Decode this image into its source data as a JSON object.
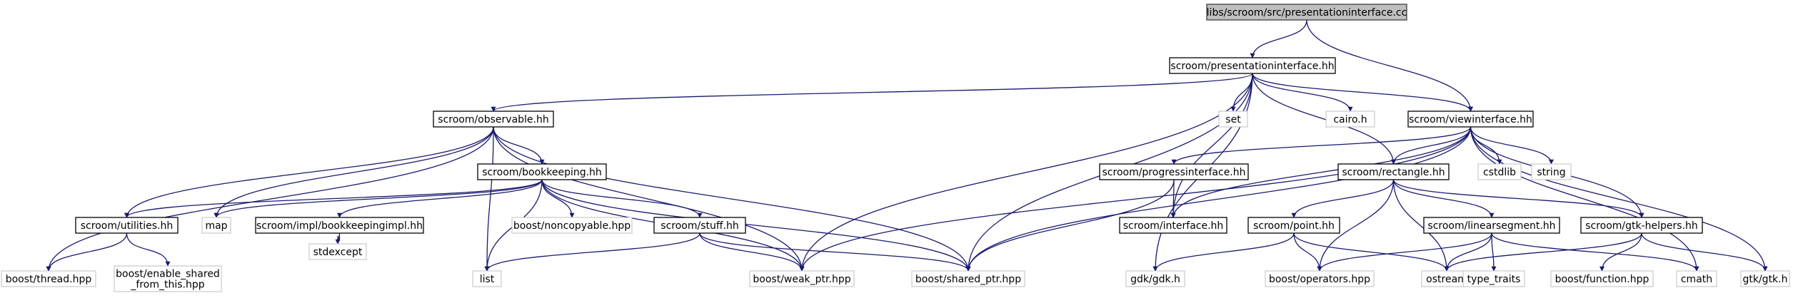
{
  "diagram": {
    "nodes": [
      {
        "id": "root",
        "lines": [
          "libs/scroom/src/presentationinterface.cc"
        ],
        "kind": "root"
      },
      {
        "id": "pi",
        "lines": [
          "scroom/presentationinterface.hh"
        ],
        "kind": "internal"
      },
      {
        "id": "obs",
        "lines": [
          "scroom/observable.hh"
        ],
        "kind": "internal"
      },
      {
        "id": "set",
        "lines": [
          "set"
        ],
        "kind": "external"
      },
      {
        "id": "cairo",
        "lines": [
          "cairo.h"
        ],
        "kind": "external"
      },
      {
        "id": "vi",
        "lines": [
          "scroom/viewinterface.hh"
        ],
        "kind": "internal"
      },
      {
        "id": "bk",
        "lines": [
          "scroom/bookkeeping.hh"
        ],
        "kind": "internal"
      },
      {
        "id": "progi",
        "lines": [
          "scroom/progressinterface.hh"
        ],
        "kind": "internal"
      },
      {
        "id": "rect",
        "lines": [
          "scroom/rectangle.hh"
        ],
        "kind": "internal"
      },
      {
        "id": "cstdlib",
        "lines": [
          "cstdlib"
        ],
        "kind": "external"
      },
      {
        "id": "string",
        "lines": [
          "string"
        ],
        "kind": "external"
      },
      {
        "id": "util",
        "lines": [
          "scroom/utilities.hh"
        ],
        "kind": "internal"
      },
      {
        "id": "map",
        "lines": [
          "map"
        ],
        "kind": "external"
      },
      {
        "id": "bki",
        "lines": [
          "scroom/impl/bookkeepingimpl.hh"
        ],
        "kind": "internal"
      },
      {
        "id": "noncopy",
        "lines": [
          "boost/noncopyable.hpp"
        ],
        "kind": "external"
      },
      {
        "id": "stuff",
        "lines": [
          "scroom/stuff.hh"
        ],
        "kind": "internal"
      },
      {
        "id": "iface",
        "lines": [
          "scroom/interface.hh"
        ],
        "kind": "internal"
      },
      {
        "id": "point",
        "lines": [
          "scroom/point.hh"
        ],
        "kind": "internal"
      },
      {
        "id": "linseg",
        "lines": [
          "scroom/linearsegment.hh"
        ],
        "kind": "internal"
      },
      {
        "id": "gtkh",
        "lines": [
          "scroom/gtk-helpers.hh"
        ],
        "kind": "internal"
      },
      {
        "id": "thread",
        "lines": [
          "boost/thread.hpp"
        ],
        "kind": "external"
      },
      {
        "id": "enable",
        "lines": [
          "boost/enable_shared",
          "_from_this.hpp"
        ],
        "kind": "external"
      },
      {
        "id": "stdexcept",
        "lines": [
          "stdexcept"
        ],
        "kind": "external"
      },
      {
        "id": "list",
        "lines": [
          "list"
        ],
        "kind": "external"
      },
      {
        "id": "weak",
        "lines": [
          "boost/weak_ptr.hpp"
        ],
        "kind": "external"
      },
      {
        "id": "shared",
        "lines": [
          "boost/shared_ptr.hpp"
        ],
        "kind": "external"
      },
      {
        "id": "gdk",
        "lines": [
          "gdk/gdk.h"
        ],
        "kind": "external"
      },
      {
        "id": "ops",
        "lines": [
          "boost/operators.hpp"
        ],
        "kind": "external"
      },
      {
        "id": "ostream",
        "lines": [
          "ostream"
        ],
        "kind": "external"
      },
      {
        "id": "typetraits",
        "lines": [
          "type_traits"
        ],
        "kind": "external"
      },
      {
        "id": "func",
        "lines": [
          "boost/function.hpp"
        ],
        "kind": "external"
      },
      {
        "id": "cmath",
        "lines": [
          "cmath"
        ],
        "kind": "external"
      },
      {
        "id": "gtk",
        "lines": [
          "gtk/gtk.h"
        ],
        "kind": "external"
      }
    ],
    "edges": [
      [
        "root",
        "pi"
      ],
      [
        "root",
        "vi"
      ],
      [
        "pi",
        "obs"
      ],
      [
        "pi",
        "set"
      ],
      [
        "pi",
        "cairo"
      ],
      [
        "pi",
        "vi"
      ],
      [
        "pi",
        "rect"
      ],
      [
        "pi",
        "iface"
      ],
      [
        "pi",
        "weak"
      ],
      [
        "pi",
        "shared"
      ],
      [
        "pi",
        "gdk"
      ],
      [
        "obs",
        "bk"
      ],
      [
        "obs",
        "util"
      ],
      [
        "obs",
        "map"
      ],
      [
        "obs",
        "thread"
      ],
      [
        "obs",
        "list"
      ],
      [
        "obs",
        "weak"
      ],
      [
        "obs",
        "shared"
      ],
      [
        "vi",
        "progi"
      ],
      [
        "vi",
        "rect"
      ],
      [
        "vi",
        "cstdlib"
      ],
      [
        "vi",
        "string"
      ],
      [
        "vi",
        "gtkh"
      ],
      [
        "vi",
        "iface"
      ],
      [
        "vi",
        "weak"
      ],
      [
        "vi",
        "shared"
      ],
      [
        "vi",
        "cmath"
      ],
      [
        "vi",
        "gtk"
      ],
      [
        "bk",
        "util"
      ],
      [
        "bk",
        "map"
      ],
      [
        "bk",
        "bki"
      ],
      [
        "bk",
        "noncopy"
      ],
      [
        "bk",
        "stuff"
      ],
      [
        "bk",
        "list"
      ],
      [
        "bk",
        "weak"
      ],
      [
        "bk",
        "shared"
      ],
      [
        "progi",
        "iface"
      ],
      [
        "progi",
        "shared"
      ],
      [
        "rect",
        "point"
      ],
      [
        "rect",
        "linseg"
      ],
      [
        "rect",
        "gtkh"
      ],
      [
        "rect",
        "ops"
      ],
      [
        "rect",
        "ostream"
      ],
      [
        "util",
        "thread"
      ],
      [
        "util",
        "enable"
      ],
      [
        "bki",
        "stdexcept"
      ],
      [
        "stuff",
        "list"
      ],
      [
        "stuff",
        "weak"
      ],
      [
        "stuff",
        "shared"
      ],
      [
        "point",
        "gdk"
      ],
      [
        "point",
        "ops"
      ],
      [
        "point",
        "ostream"
      ],
      [
        "linseg",
        "ops"
      ],
      [
        "linseg",
        "ostream"
      ],
      [
        "linseg",
        "typetraits"
      ],
      [
        "linseg",
        "cmath"
      ],
      [
        "gtkh",
        "ostream"
      ],
      [
        "gtkh",
        "func"
      ],
      [
        "gtkh",
        "gtk"
      ]
    ]
  }
}
